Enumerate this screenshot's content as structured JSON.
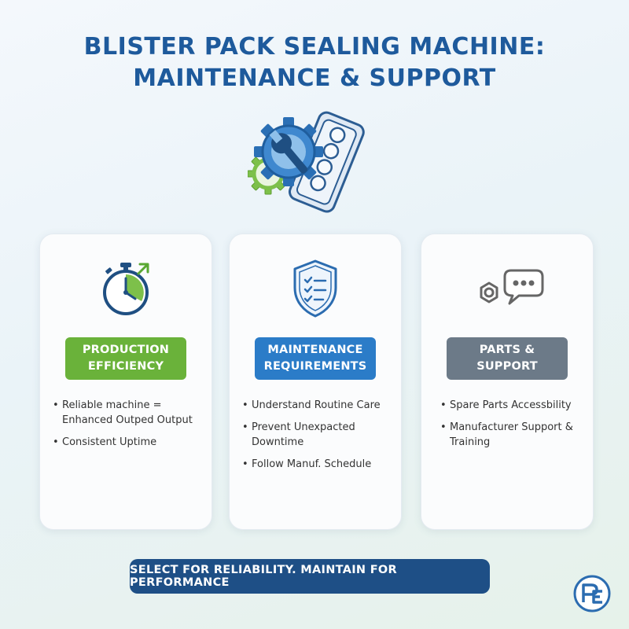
{
  "header": {
    "title_line1": "BLISTER PACK SEALING MACHINE:",
    "title_line2": "MAINTENANCE & SUPPORT"
  },
  "hero": {
    "icon": "gear-wrench-blister-pack-icon"
  },
  "cards": [
    {
      "icon": "stopwatch-icon",
      "title_line1": "PRODUCTION",
      "title_line2": "EFFICIENCY",
      "color": "#6ab23a",
      "bullets": [
        "Reliable machine = Enhanced Outped Output",
        "Consistent Uptime"
      ]
    },
    {
      "icon": "shield-checklist-icon",
      "title_line1": "MAINTENANCE",
      "title_line2": "REQUIREMENTS",
      "color": "#2b7cc8",
      "bullets": [
        "Understand Routine Care",
        "Prevent Unexpacted Downtime",
        "Follow Manuf. Schedule"
      ]
    },
    {
      "icon": "nut-chat-bubble-icon",
      "title_line1": "PARTS &",
      "title_line2": "SUPPORT",
      "color": "#6c7a88",
      "bullets": [
        "Spare Parts Accessbility",
        "Manufacturer Support & Training"
      ]
    }
  ],
  "footer": {
    "banner": "SELECT FOR RELIABILITY. MAINTAIN FOR PERFORMANCE",
    "logo": "pe-logo-icon"
  },
  "colors": {
    "title": "#1e5a9c",
    "banner": "#1e4f86",
    "green": "#6ab23a",
    "blue": "#2b7cc8",
    "gray": "#6c7a88"
  }
}
